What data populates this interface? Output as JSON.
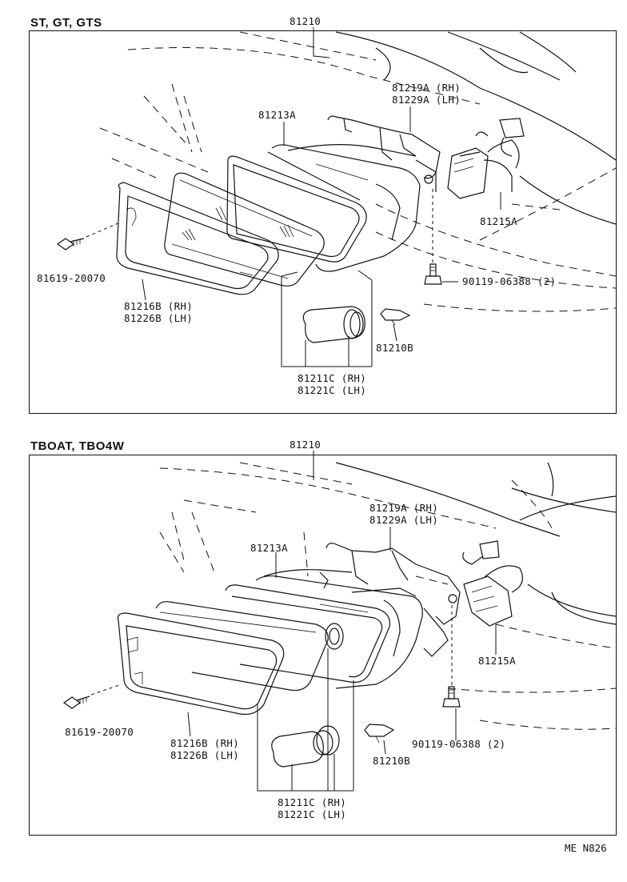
{
  "top": {
    "title": "ST, GT, GTS",
    "labels": {
      "l81210": "81210",
      "l81219": "81219A (RH)",
      "l81229": "81229A (LH)",
      "l81213": "81213A",
      "l81215": "81215A",
      "l81619": "81619-20070",
      "l90119": "90119-06388 (2)",
      "l81216": "81216B (RH)",
      "l81226": "81226B (LH)",
      "l81210b": "81210B",
      "l81211": "81211C (RH)",
      "l81221": "81221C (LH)"
    }
  },
  "bottom": {
    "title": "TBOAT, TBO4W",
    "labels": {
      "l81210": "81210",
      "l81219": "81219A (RH)",
      "l81229": "81229A (LH)",
      "l81213": "81213A",
      "l81215": "81215A",
      "l81619": "81619-20070",
      "l90119": "90119-06388 (2)",
      "l81216": "81216B (RH)",
      "l81226": "81226B (LH)",
      "l81210b": "81210B",
      "l81211": "81211C (RH)",
      "l81221": "81221C (LH)"
    }
  },
  "footer": {
    "code": "ME  N826"
  }
}
